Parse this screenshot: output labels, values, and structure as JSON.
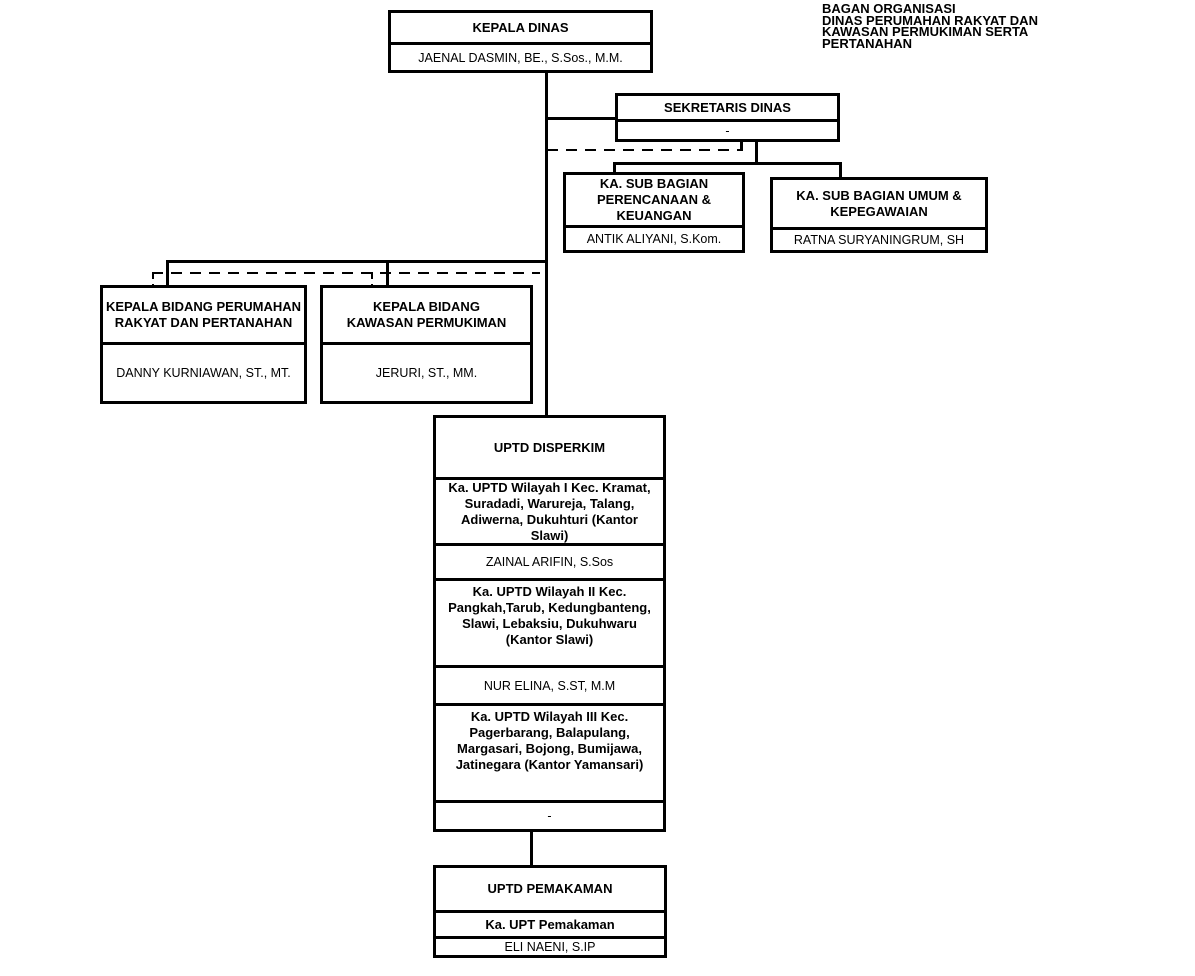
{
  "header_note": "BAGAN ORGANISASI\nDINAS PERUMAHAN RAKYAT DAN\nKAWASAN PERMUKIMAN SERTA\nPERTANAHAN",
  "org": {
    "kepala_dinas": {
      "title": "KEPALA DINAS",
      "name": "JAENAL DASMIN, BE., S.Sos., M.M."
    },
    "sekretaris_dinas": {
      "title": "SEKRETARIS DINAS",
      "name": "-"
    },
    "sub_bagian_perencanaan": {
      "title": "KA. SUB BAGIAN\nPERENCANAAN &\nKEUANGAN",
      "name": "ANTIK ALIYANI, S.Kom."
    },
    "sub_bagian_umum": {
      "title": "KA. SUB BAGIAN UMUM &\nKEPEGAWAIAN",
      "name": "RATNA SURYANINGRUM, SH"
    },
    "bidang_perumahan": {
      "title": "KEPALA BIDANG PERUMAHAN\nRAKYAT DAN PERTANAHAN",
      "name": "DANNY KURNIAWAN, ST., MT."
    },
    "bidang_permukiman": {
      "title": "KEPALA BIDANG\nKAWASAN PERMUKIMAN",
      "name": "JERURI, ST., MM."
    },
    "uptd_disperkim": {
      "title": "UPTD DISPERKIM",
      "units": [
        {
          "title": "Ka. UPTD Wilayah I Kec. Kramat,\nSuradadi, Warureja, Talang,\nAdiwerna, Dukuhturi (Kantor\nSlawi)",
          "name": "ZAINAL ARIFIN, S.Sos"
        },
        {
          "title": "Ka. UPTD Wilayah II Kec.\nPangkah,Tarub, Kedungbanteng,\nSlawi, Lebaksiu, Dukuhwaru\n(Kantor Slawi)",
          "name": "NUR ELINA, S.ST, M.M"
        },
        {
          "title": "Ka. UPTD Wilayah III Kec.\nPagerbarang, Balapulang,\nMargasari, Bojong, Bumijawa,\nJatinegara (Kantor Yamansari)",
          "name": "-"
        }
      ]
    },
    "uptd_pemakaman": {
      "title": "UPTD PEMAKAMAN",
      "subtitle": "Ka. UPT Pemakaman",
      "name": "ELI NAENI, S.IP"
    }
  },
  "colors": {
    "line": "#000000",
    "text": "#000000",
    "background": "#ffffff"
  }
}
